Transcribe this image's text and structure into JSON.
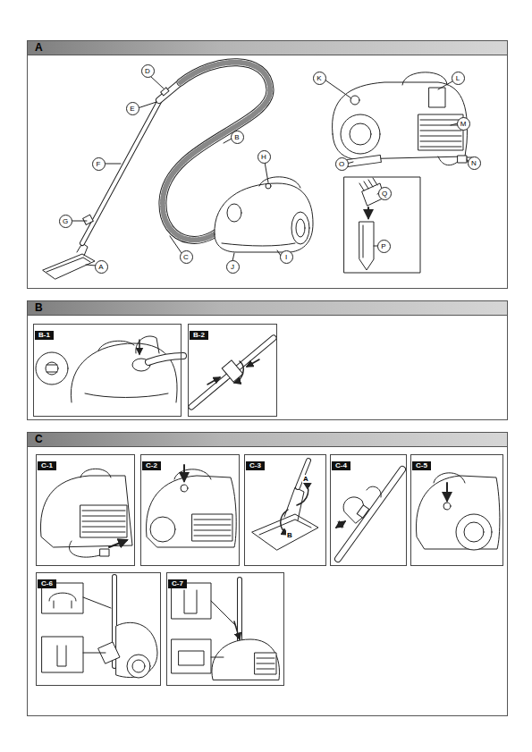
{
  "diagram": {
    "nodes": [
      {
        "text": [
          "A"
        ]
      },
      {
        "text": [
          "D"
        ],
        "in": 0
      },
      {
        "text": [
          "K"
        ],
        "in": 0
      },
      {
        "text": [
          "L"
        ],
        "in": 0
      },
      {
        "text": [
          "E"
        ],
        "in": 0
      },
      {
        "text": [
          "M"
        ],
        "in": 0
      },
      {
        "text": [
          "B"
        ],
        "in": 0
      },
      {
        "text": [
          "H"
        ],
        "in": 0
      },
      {
        "text": [
          "F"
        ],
        "in": 0
      },
      {
        "text": [
          "O"
        ],
        "in": 0
      },
      {
        "text": [
          "N"
        ],
        "in": 0
      },
      {
        "text": [
          "Q"
        ],
        "in": 0
      },
      {
        "text": [
          "G"
        ],
        "in": 0
      },
      {
        "text": [
          "P"
        ],
        "in": 0
      },
      {
        "text": [
          "C"
        ],
        "in": 0
      },
      {
        "text": [
          "I"
        ],
        "in": 0
      },
      {
        "text": [
          "J"
        ],
        "in": 0
      },
      {
        "text": [
          "A"
        ],
        "in": 0
      },
      {
        "text": [
          "B"
        ]
      },
      {
        "text": [
          "B-1"
        ],
        "in": 18
      },
      {
        "text": [
          "B-2"
        ],
        "in": 18
      },
      {
        "text": [
          "C"
        ]
      },
      {
        "text": [
          "C-1"
        ],
        "in": 21
      },
      {
        "text": [
          "C-2"
        ],
        "in": 21
      },
      {
        "text": [
          "C-3"
        ],
        "in": 21
      },
      {
        "text": [
          "C-4"
        ],
        "in": 21
      },
      {
        "text": [
          "C-5"
        ],
        "in": 21
      },
      {
        "text": [
          "C-6"
        ],
        "in": 21
      },
      {
        "text": [
          "C-7"
        ],
        "in": 21
      }
    ],
    "labels": [
      "A",
      "B"
    ]
  }
}
